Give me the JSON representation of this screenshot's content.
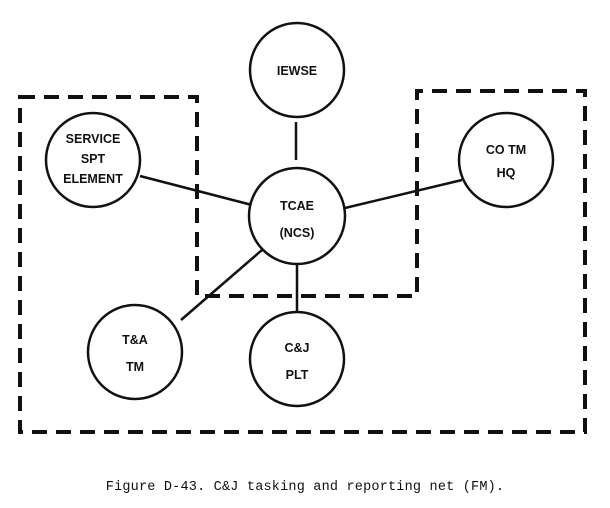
{
  "nodes": {
    "iewse": {
      "lines": [
        "IEWSE"
      ]
    },
    "service_spt": {
      "lines": [
        "SERVICE",
        "SPT",
        "ELEMENT"
      ]
    },
    "co_tm": {
      "lines": [
        "CO TM",
        "HQ"
      ]
    },
    "tcae": {
      "lines": [
        "TCAE",
        "(NCS)"
      ]
    },
    "ta_tm": {
      "lines": [
        "T&A",
        "TM"
      ]
    },
    "cj_plt": {
      "lines": [
        "C&J",
        "PLT"
      ]
    }
  },
  "caption": "Figure D-43. C&J tasking and reporting net (FM)."
}
